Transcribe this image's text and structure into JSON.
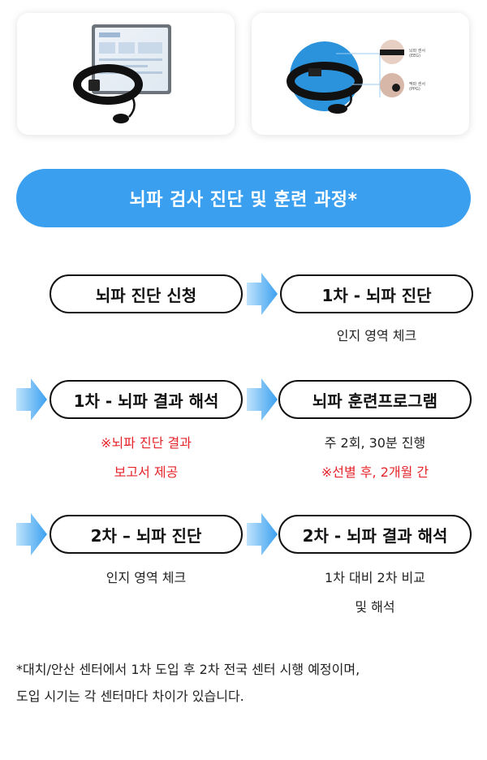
{
  "header": {
    "title": "뇌파 검사 진단 및 훈련 과정*"
  },
  "image_cards": {
    "right_labels": [
      {
        "line1": "뇌파 센서",
        "line2": "(EEG)"
      },
      {
        "line1": "맥파 센서",
        "line2": "(PPG)"
      }
    ]
  },
  "process": {
    "row1": {
      "left_step": "뇌파 진단 신청",
      "right_step": "1차 - 뇌파 진단",
      "right_note": [
        "인지 영역 체크"
      ]
    },
    "row2": {
      "left_step": "1차 - 뇌파 결과 해석",
      "left_note": [
        "※뇌파 진단 결과",
        "보고서 제공"
      ],
      "right_step": "뇌파 훈련프로그램",
      "right_note_line1": "주 2회, 30분 진행",
      "right_note_line2": "※선별 후, 2개월 간"
    },
    "row3": {
      "left_step": "2차 – 뇌파 진단",
      "left_note": [
        "인지 영역 체크"
      ],
      "right_step": "2차 - 뇌파 결과 해석",
      "right_note": [
        "1차 대비 2차 비교",
        "및 해석"
      ]
    }
  },
  "footer": {
    "lines": [
      "*대치/안산 센터에서 1차 도입 후 2차 전국 센터 시행 예정이며,",
      "도입 시기는 각 센터마다 차이가 있습니다."
    ]
  },
  "colors": {
    "accent_blue": "#3b9ff0",
    "notice_red": "#e5242b",
    "pill_border": "#111111"
  }
}
